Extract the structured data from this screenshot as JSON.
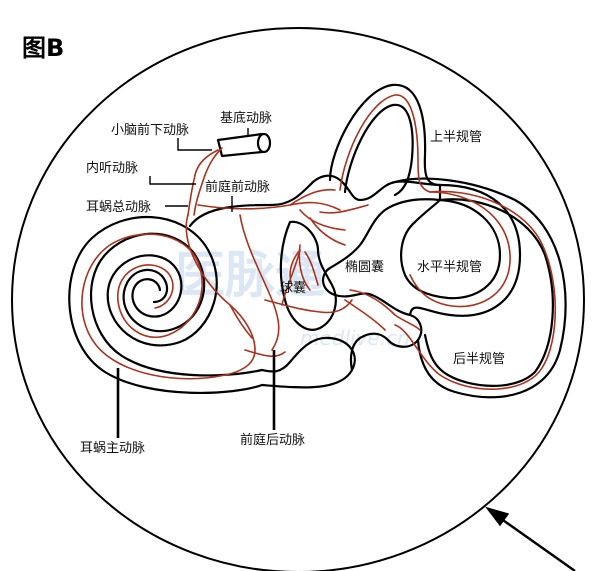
{
  "figure": {
    "title": "图B"
  },
  "colors": {
    "outline": "#000000",
    "artery": "#a8331f",
    "background": "#ffffff",
    "watermark": "#cfe0f2"
  },
  "watermark": {
    "main": "医脉通",
    "sub": "medlive.cn"
  },
  "labels": {
    "basilar": "基底动脉",
    "aica": "小脑前下动脉",
    "internal_auditory": "内听动脉",
    "anterior_vestibular": "前庭前动脉",
    "common_cochlear": "耳蜗总动脉",
    "superior_canal": "上半规管",
    "utricle": "椭圆囊",
    "horizontal_canal": "水平半规管",
    "saccule": "球囊",
    "posterior_canal": "后半规管",
    "main_cochlear": "耳蜗主动脉",
    "posterior_vestibular": "前庭后动脉"
  }
}
